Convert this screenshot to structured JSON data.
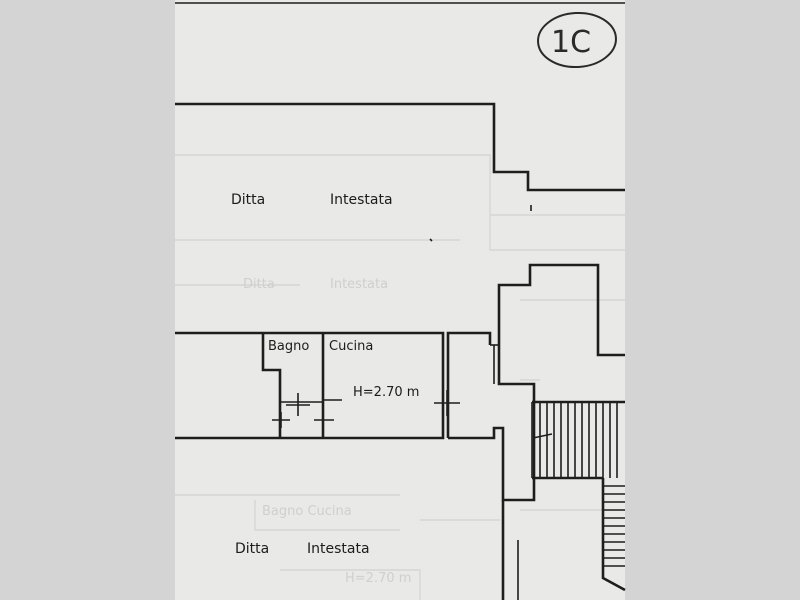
{
  "stamp": {
    "text": "1C"
  },
  "rooms": {
    "top_owner": {
      "word1": "Ditta",
      "word2": "Intestata"
    },
    "bottom_owner": {
      "word1": "Ditta",
      "word2": "Intestata"
    },
    "bathroom": "Bagno",
    "kitchen": "Cucina",
    "height": "H=2.70 m"
  },
  "colors": {
    "wall": "#1e1e1e",
    "paper": "#e9e9e7",
    "background": "#d4d4d4"
  }
}
